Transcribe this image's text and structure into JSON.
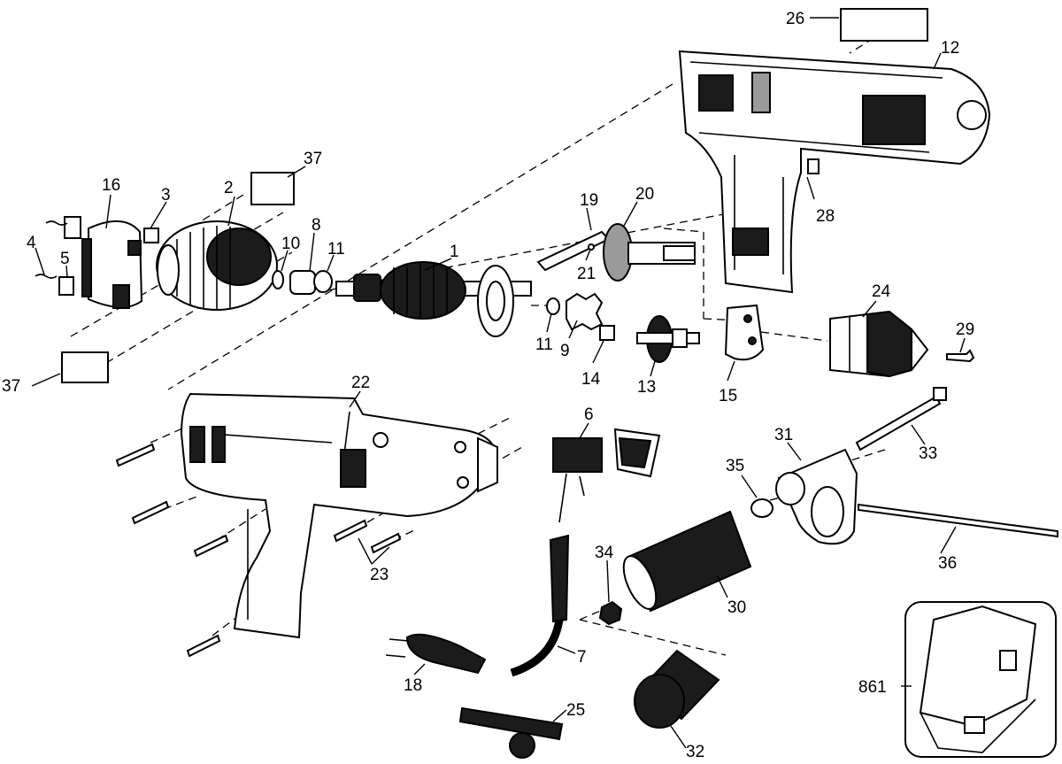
{
  "callouts": {
    "p1": "1",
    "p2": "2",
    "p3": "3",
    "p4": "4",
    "p5": "5",
    "p6": "6",
    "p7": "7",
    "p8": "8",
    "p9": "9",
    "p10": "10",
    "p11a": "11",
    "p11b": "11",
    "p12": "12",
    "p13": "13",
    "p14": "14",
    "p15": "15",
    "p16": "16",
    "p18": "18",
    "p19": "19",
    "p20": "20",
    "p21": "21",
    "p22": "22",
    "p23": "23",
    "p24": "24",
    "p25": "25",
    "p26": "26",
    "p28": "28",
    "p29": "29",
    "p30": "30",
    "p31": "31",
    "p32": "32",
    "p33": "33",
    "p34": "34",
    "p35": "35",
    "p36": "36",
    "p37a": "37",
    "p37b": "37",
    "p861": "861"
  }
}
